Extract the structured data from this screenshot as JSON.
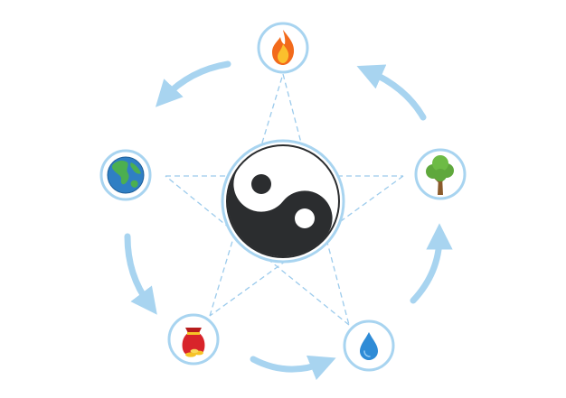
{
  "diagram": {
    "center_symbol": "yin-yang",
    "elements": [
      {
        "name": "fire",
        "icon": "flame-icon"
      },
      {
        "name": "wood",
        "icon": "tree-icon"
      },
      {
        "name": "water",
        "icon": "water-drop-icon"
      },
      {
        "name": "metal",
        "icon": "gold-bag-icon"
      },
      {
        "name": "earth",
        "icon": "globe-icon"
      }
    ],
    "cycle_direction": "clockwise",
    "colors": {
      "ring": "#a8d4f0",
      "arrow": "#a8d4f0",
      "star_lines": "#9ccbec",
      "yin": "#2b2d2f",
      "yang": "#ffffff",
      "flame_outer": "#f26a1b",
      "flame_inner": "#fbc02d",
      "tree_leaves": "#5fa83c",
      "tree_trunk": "#8a5a2b",
      "water": "#2e8bd6",
      "bag": "#d8242a",
      "gold": "#f6c327",
      "globe_sea": "#2f7fc4",
      "globe_land": "#4caf50"
    }
  }
}
